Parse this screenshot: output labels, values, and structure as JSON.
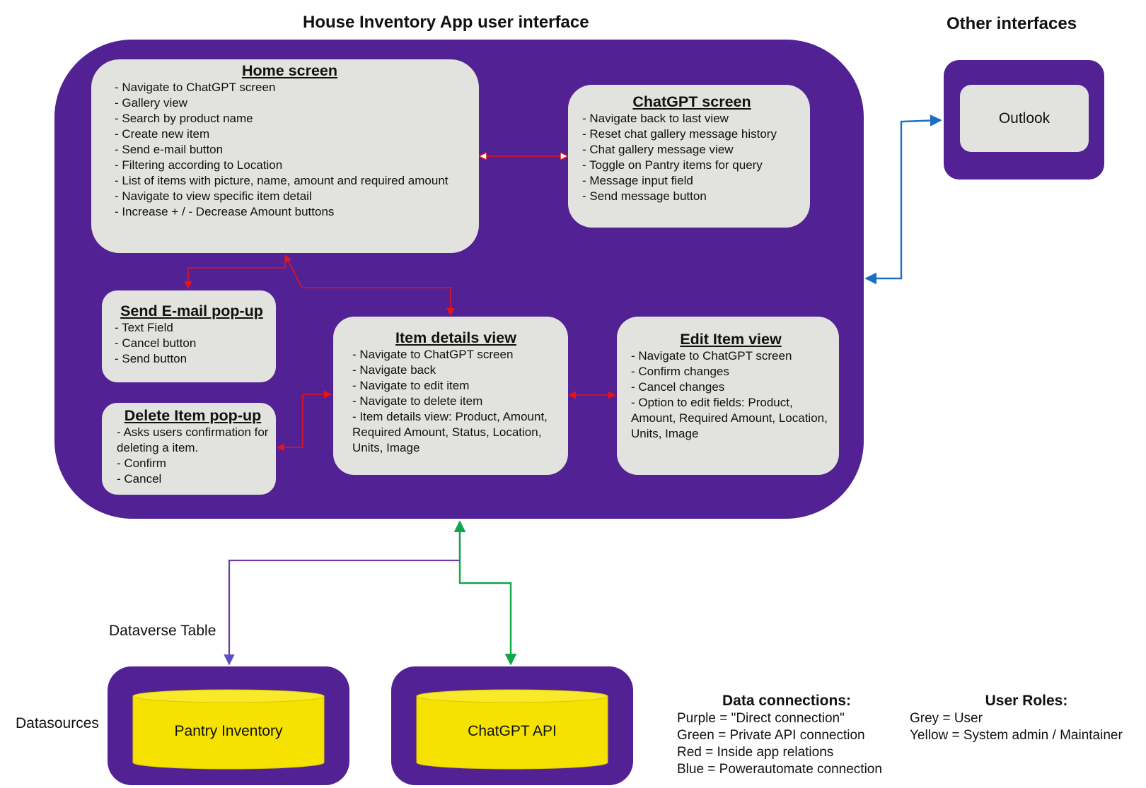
{
  "titles": {
    "app": "House Inventory App user interface",
    "other": "Other interfaces"
  },
  "cards": {
    "home": {
      "title": "Home screen",
      "items": [
        "- Navigate to ChatGPT screen",
        "- Gallery view",
        "- Search by product name",
        "- Create new item",
        "- Send e-mail button",
        "- Filtering according to Location",
        "- List of items with picture, name, amount and required amount",
        "- Navigate to view specific item detail",
        "- Increase + / - Decrease Amount buttons"
      ]
    },
    "chatgpt": {
      "title": "ChatGPT screen",
      "items": [
        "- Navigate back to last view",
        "- Reset chat gallery message history",
        "- Chat gallery message view",
        "- Toggle on Pantry items for query",
        "- Message input field",
        "- Send message button"
      ]
    },
    "email": {
      "title": "Send E-mail pop-up",
      "items": [
        "- Text Field",
        "- Cancel button",
        "- Send button"
      ]
    },
    "delete": {
      "title": "Delete Item pop-up",
      "items": [
        "- Asks users confirmation for deleting a item.",
        "- Confirm",
        "- Cancel"
      ]
    },
    "details": {
      "title": "Item details view",
      "items": [
        "- Navigate to ChatGPT screen",
        "- Navigate back",
        "- Navigate to edit item",
        "- Navigate to delete item",
        "- Item details view: Product, Amount, Required Amount, Status, Location, Units, Image"
      ]
    },
    "edit": {
      "title": "Edit Item view",
      "items": [
        "- Navigate to ChatGPT screen",
        "- Confirm changes",
        "- Cancel changes",
        "- Option to edit fields: Product, Amount, Required Amount, Location, Units, Image"
      ]
    }
  },
  "other": {
    "outlook": "Outlook"
  },
  "datasources": {
    "label": "Datasources",
    "table_label": "Dataverse Table",
    "pantry": "Pantry Inventory",
    "chatgpt_api": "ChatGPT API"
  },
  "legend_data": {
    "title": "Data connections:",
    "lines": [
      "Purple = \"Direct connection\"",
      "Green = Private API connection",
      "Red = Inside app relations",
      "Blue = Powerautomate connection"
    ]
  },
  "legend_roles": {
    "title": "User Roles:",
    "lines": [
      "Grey = User",
      "Yellow = System admin / Maintainer"
    ]
  },
  "colors": {
    "panel": "#522194",
    "card": "#e2e2df",
    "datastore": "#f5e200",
    "purple_link": "#6a3aa8",
    "green_link": "#10a64a",
    "red_link": "#e3141c",
    "blue_link": "#1a6fc4"
  }
}
